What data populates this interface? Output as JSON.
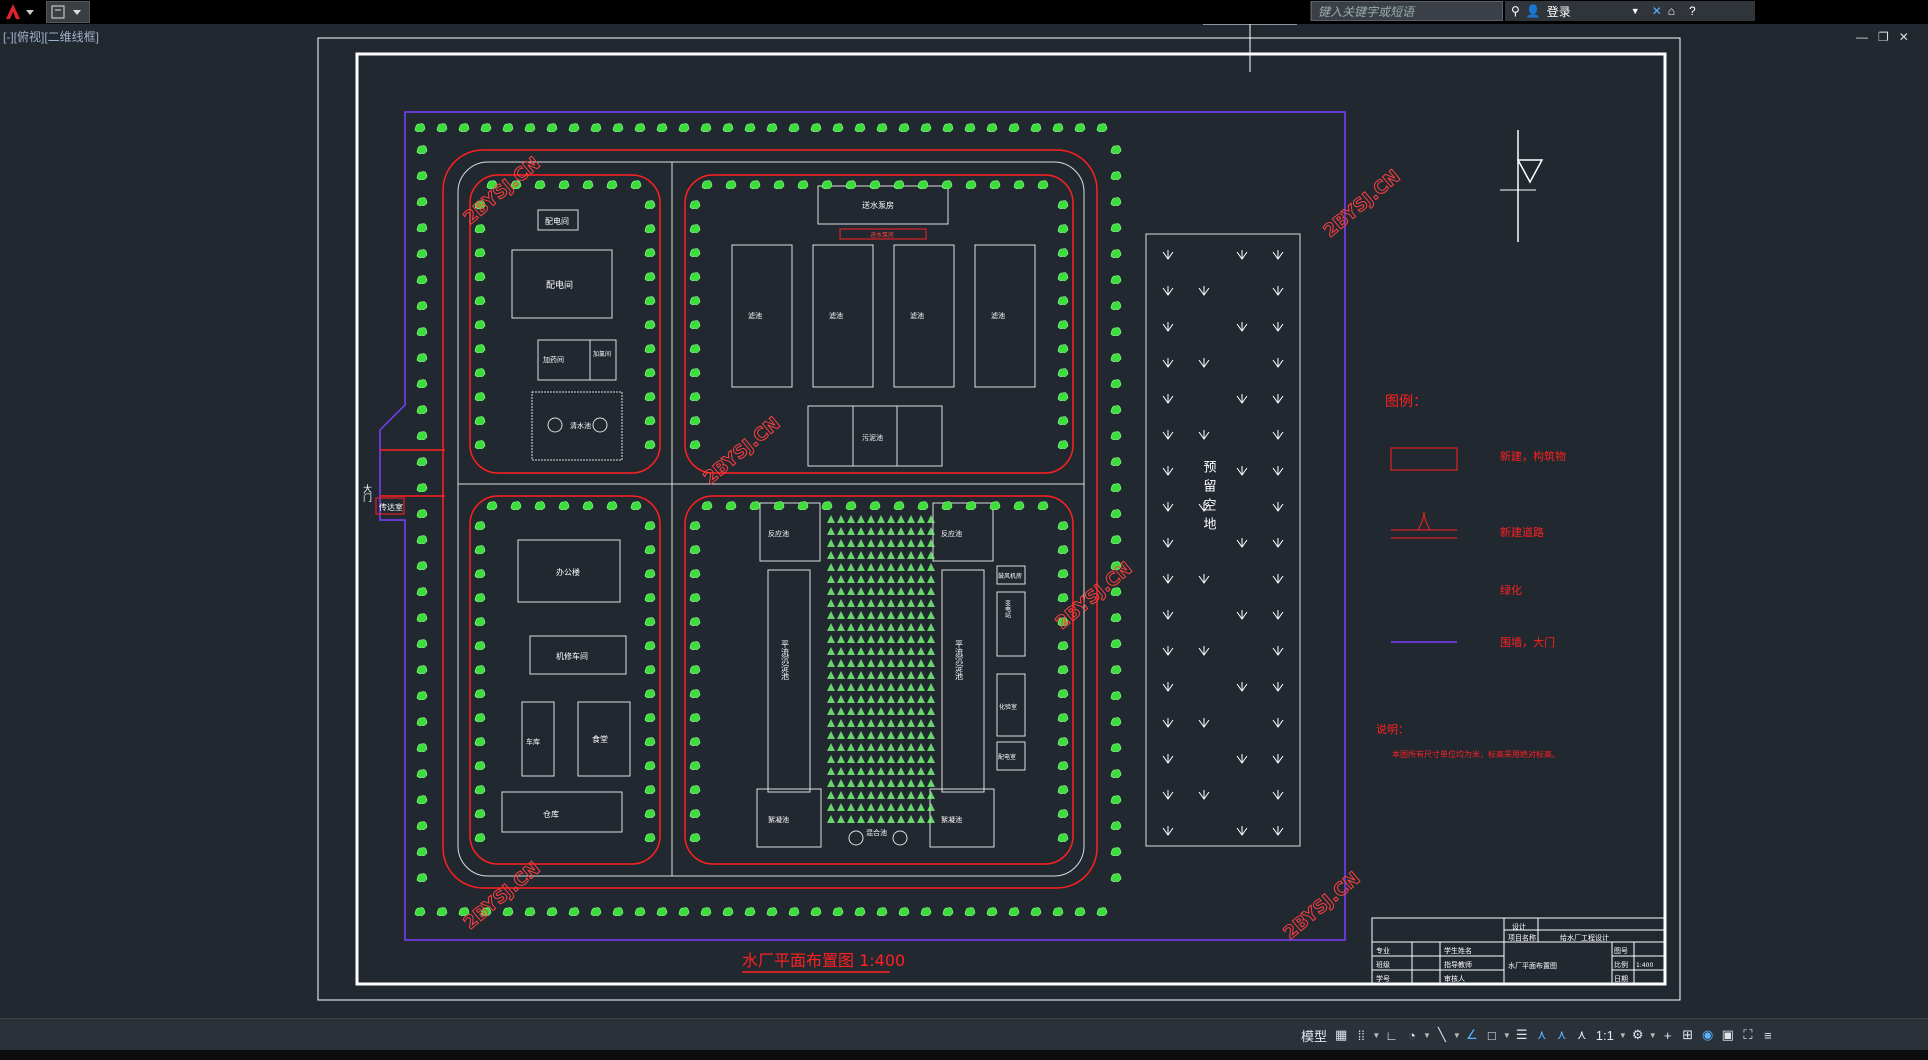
{
  "app": {
    "search_placeholder": "键入关键字或短语",
    "login_label": "登录",
    "viewport_label": "[-][俯视][二维线框]"
  },
  "drawing": {
    "title": "水厂平面布置图 1:400",
    "watermark": "2BYSJ.CN",
    "gate_label": "大门",
    "guard_label": "传达室",
    "reserved_land": "预留空地",
    "buildings": {
      "power_room": "配电间",
      "distribution": "配电间",
      "dosing": "加药间",
      "chlorination": "加氯间",
      "clear_water": "清水池",
      "sludge": "污泥池",
      "filter1": "滤池",
      "filter2": "滤池",
      "filter3": "滤池",
      "filter4": "滤池",
      "pump": "送水泵房",
      "intake": "进水泵房",
      "office": "办公楼",
      "workshop": "机修车间",
      "garage": "车库",
      "canteen": "食堂",
      "warehouse": "仓库",
      "settle_left": "平流沉淀池",
      "settle_right": "平流沉淀池",
      "react_tl": "反应池",
      "react_tr": "反应池",
      "react_bl": "絮凝池",
      "react_br": "絮凝池",
      "mixing": "混合池",
      "blower": "鼓风机房",
      "power_station": "变电站",
      "lab": "化验室",
      "substation": "配电室"
    },
    "legend": {
      "title": "图例：",
      "items": [
        "新建，构筑物",
        "新建道路",
        "绿化",
        "围墙，大门"
      ]
    },
    "notes": {
      "title": "说明：",
      "text": "本图所有尺寸单位均为米，标高采用绝对标高。"
    },
    "title_block": {
      "project": "项目名称",
      "design": "设计",
      "project_value": "给水厂工程设计",
      "rows": [
        "专业",
        "班级",
        "学号"
      ],
      "drawing_name": "水厂平面布置图",
      "student": "学生姓名",
      "teacher": "指导教师",
      "reviewer": "审核人",
      "no_label": "图号",
      "scale_label": "比例",
      "scale_value": "1:400",
      "date_label": "日期"
    }
  },
  "status": {
    "model": "模型",
    "scale": "1:1"
  },
  "colors": {
    "bg": "#212830",
    "road": "#ff2020",
    "green": "#3ddc3d",
    "wall": "#7a3fff",
    "frame": "#ffffff",
    "struct": "#e0e0e0"
  }
}
